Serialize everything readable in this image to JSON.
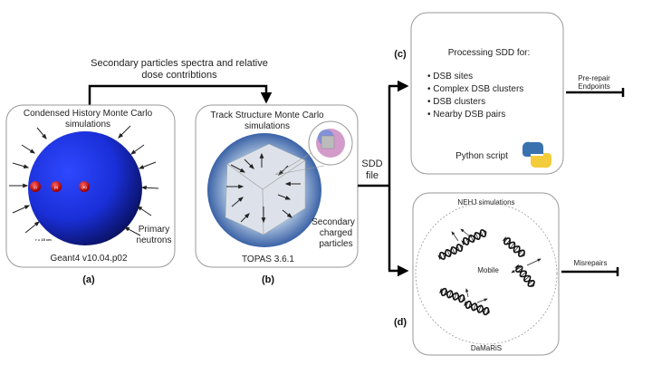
{
  "top_link": {
    "line1": "Secondary particles spectra and relative",
    "line2": "dose contribtions"
  },
  "panel_a": {
    "title1": "Condensed History Monte Carlo",
    "title2": "simulations",
    "markers": [
      "(i)",
      "(ii)",
      "(iii)"
    ],
    "radius_note": "r = 15 cm",
    "note1": "Primary",
    "note2": "neutrons",
    "footer": "Geant4 v10.04.p02",
    "label": "(a)",
    "sphere_color": "#1a2fe0",
    "marker_color": "#d01010"
  },
  "panel_b": {
    "title1": "Track Structure Monte Carlo",
    "title2": "simulations",
    "note1": "Secondary",
    "note2": "charged",
    "note3": "particles",
    "footer": "TOPAS 3.6.1",
    "label": "(b)"
  },
  "sdd": {
    "line1": "SDD",
    "line2": "file"
  },
  "panel_c": {
    "label": "(c)",
    "heading": "Processing SDD for:",
    "items": [
      "DSB sites",
      "Complex DSB clusters",
      "DSB clusters",
      "Nearby DSB pairs"
    ],
    "footer": "Python script",
    "output1": "Pre-repair",
    "output2": "Endpoints"
  },
  "panel_d": {
    "label": "(d)",
    "title": "NEHJ simulations",
    "center": "Mobile",
    "footer": "DaMaRiS",
    "output": "Misrepairs"
  }
}
